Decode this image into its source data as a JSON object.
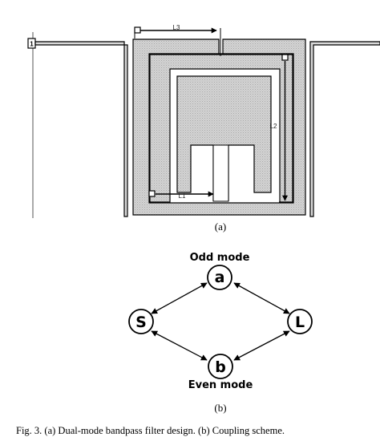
{
  "layout_diagram": {
    "port_label": "1",
    "dimension_labels": {
      "l1": "L1",
      "l2": "L2",
      "l3": "L3"
    },
    "sublabel": "(a)"
  },
  "coupling_diagram": {
    "nodes": {
      "source": "S",
      "load": "L",
      "odd": "a",
      "even": "b"
    },
    "odd_mode_label": "Odd mode",
    "even_mode_label": "Even mode",
    "sublabel": "(b)"
  },
  "caption": "Fig. 3. (a) Dual-mode bandpass filter design. (b) Coupling scheme."
}
